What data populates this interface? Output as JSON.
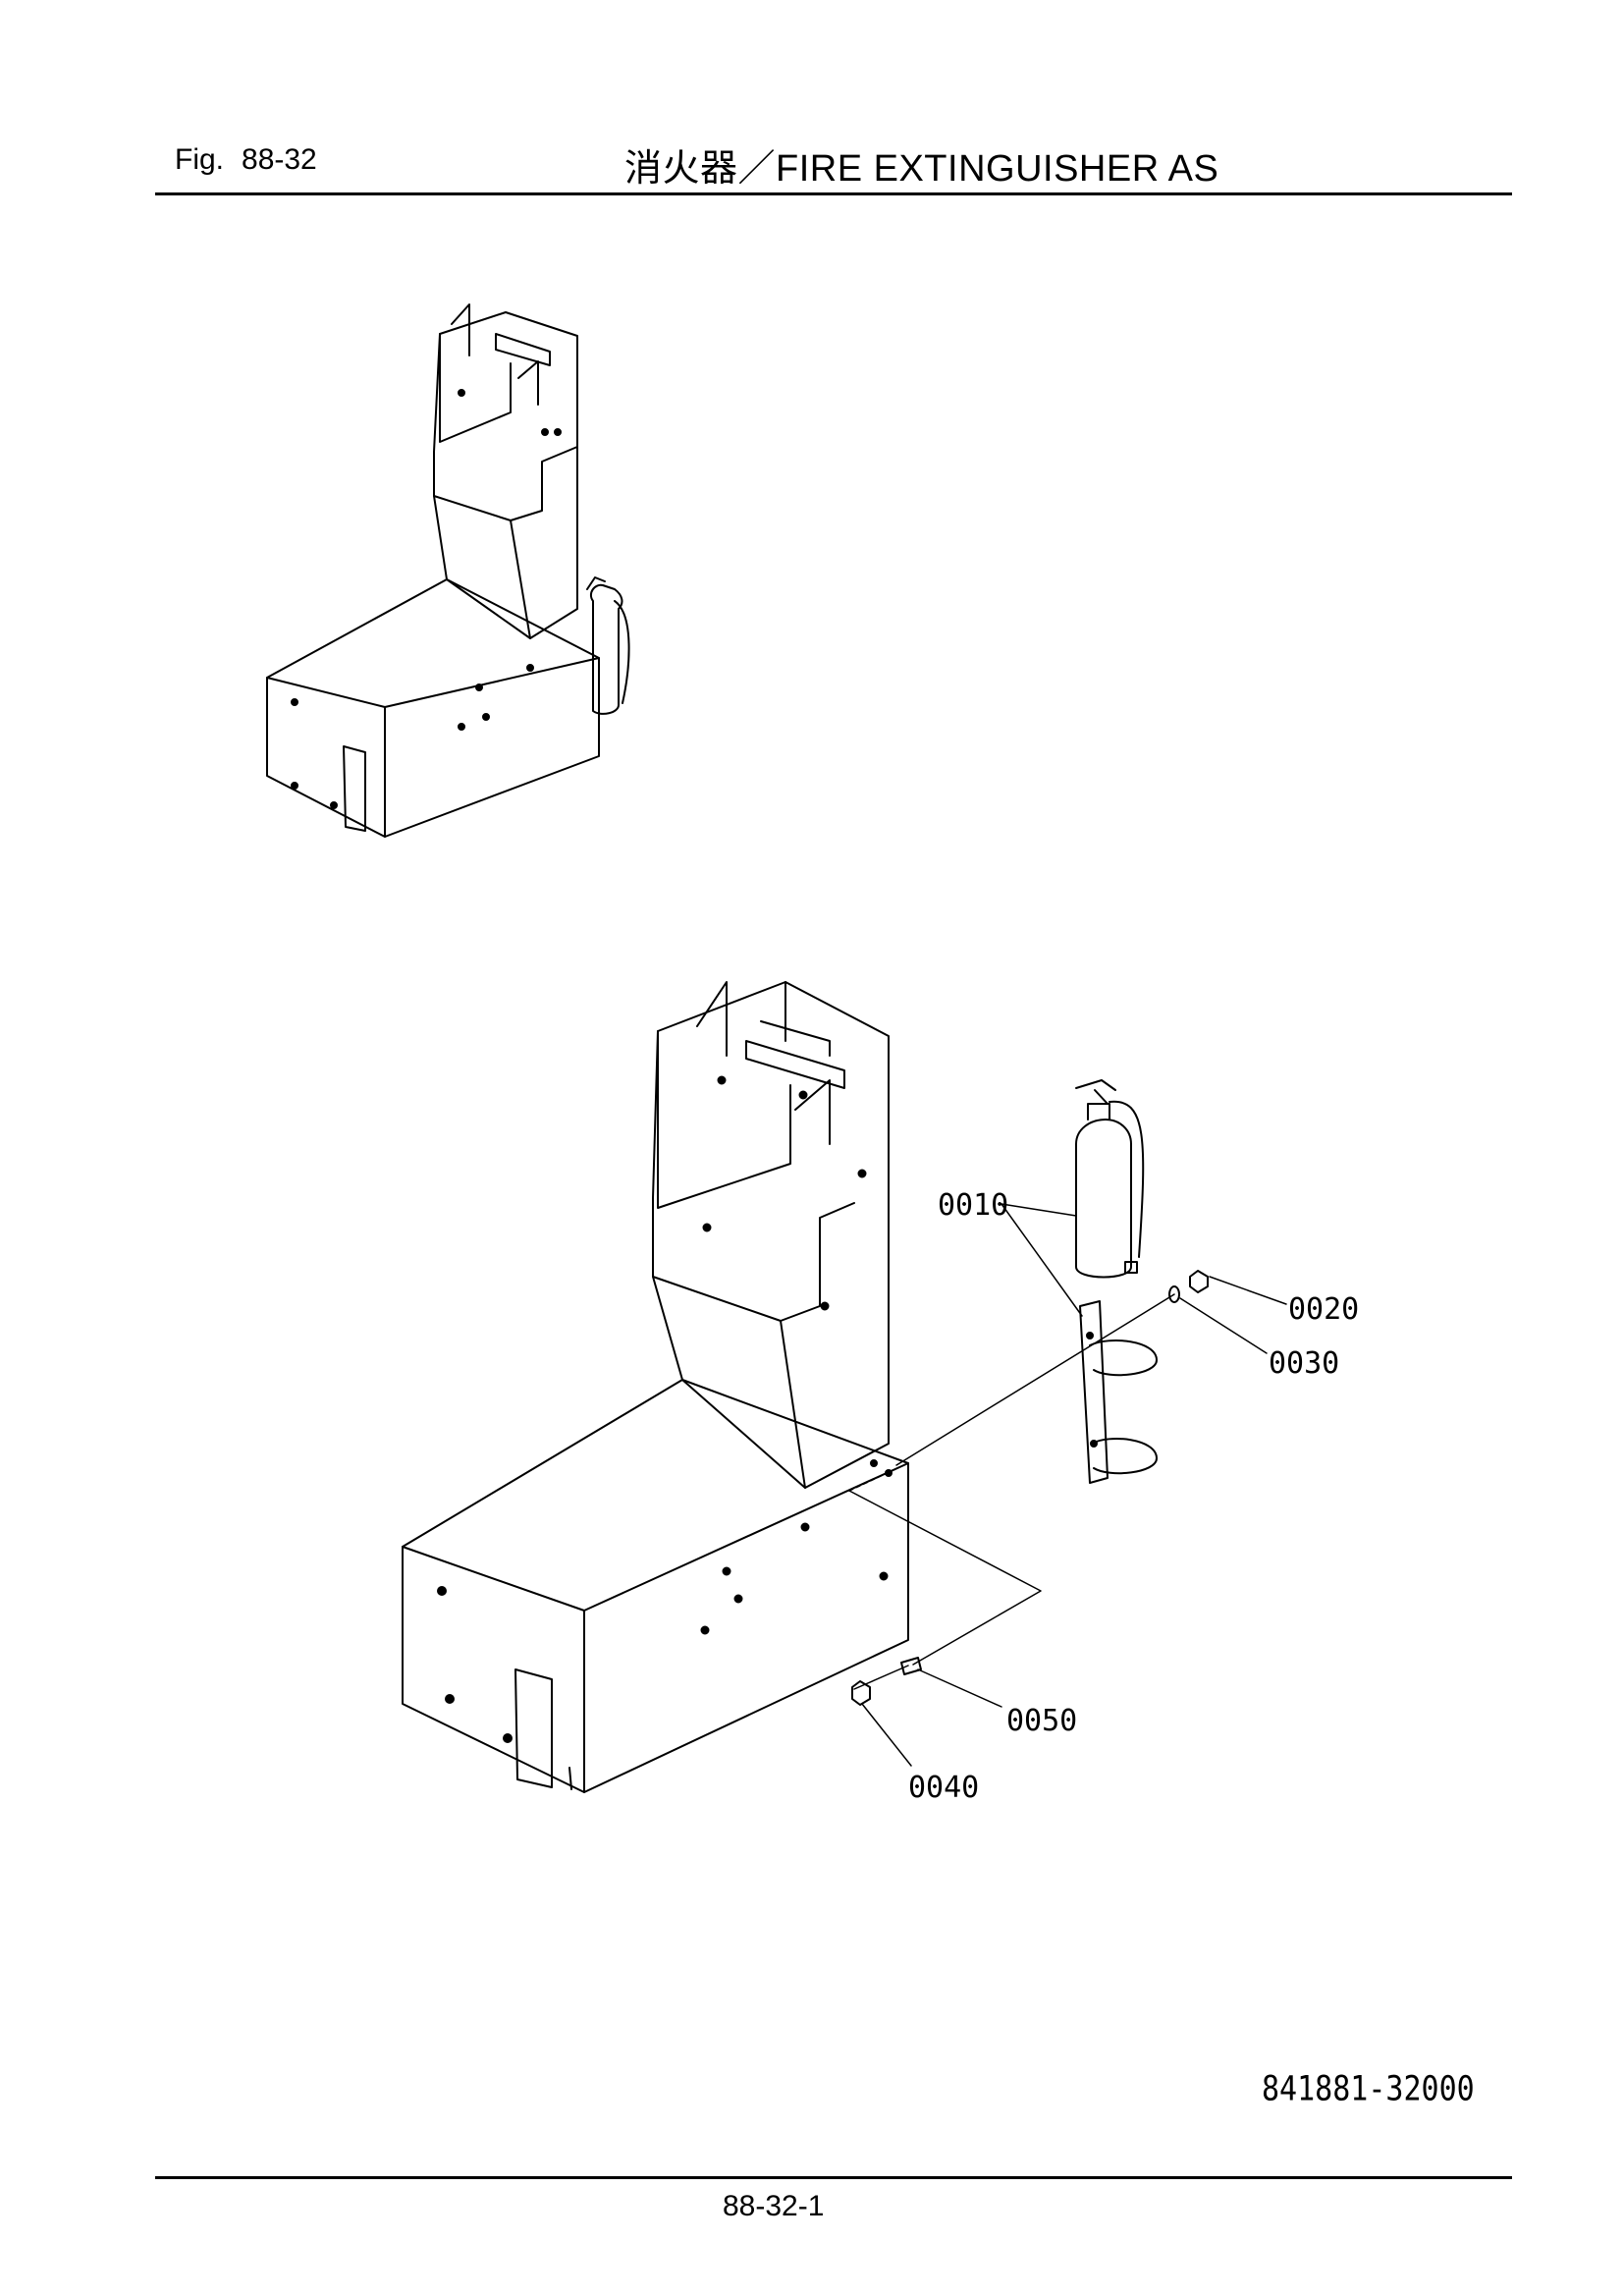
{
  "header": {
    "fig_label": "Fig.",
    "fig_number": "88-32",
    "title": "消火器／FIRE EXTINGUISHER AS"
  },
  "callouts": [
    {
      "id": "0010",
      "label": "0010"
    },
    {
      "id": "0020",
      "label": "0020"
    },
    {
      "id": "0030",
      "label": "0030"
    },
    {
      "id": "0040",
      "label": "0040"
    },
    {
      "id": "0050",
      "label": "0050"
    }
  ],
  "footer": {
    "drawing_number": "841881-32000",
    "page_number": "88-32-1"
  }
}
